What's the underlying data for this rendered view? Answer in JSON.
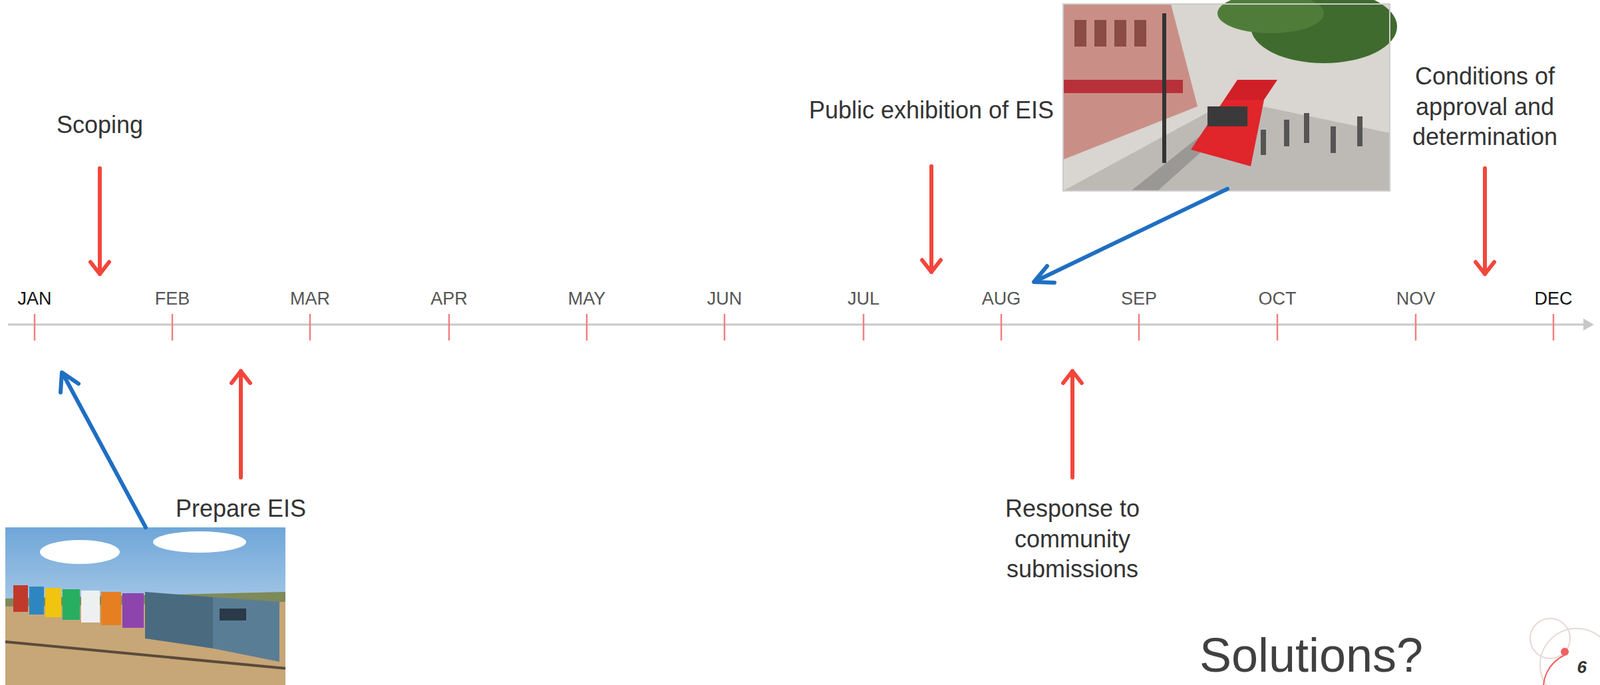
{
  "diagram": {
    "title": "Solutions?",
    "labels": [
      "Scoping",
      "Public exhibition of EIS",
      "Conditions of approval and determination",
      "JAN",
      "FEB",
      "MAR",
      "APR",
      "MAY",
      "JUN",
      "JUL",
      "AUG",
      "SEP",
      "OCT",
      "NOV",
      "DEC",
      "Prepare EIS",
      "Response to community submissions",
      "6"
    ]
  }
}
